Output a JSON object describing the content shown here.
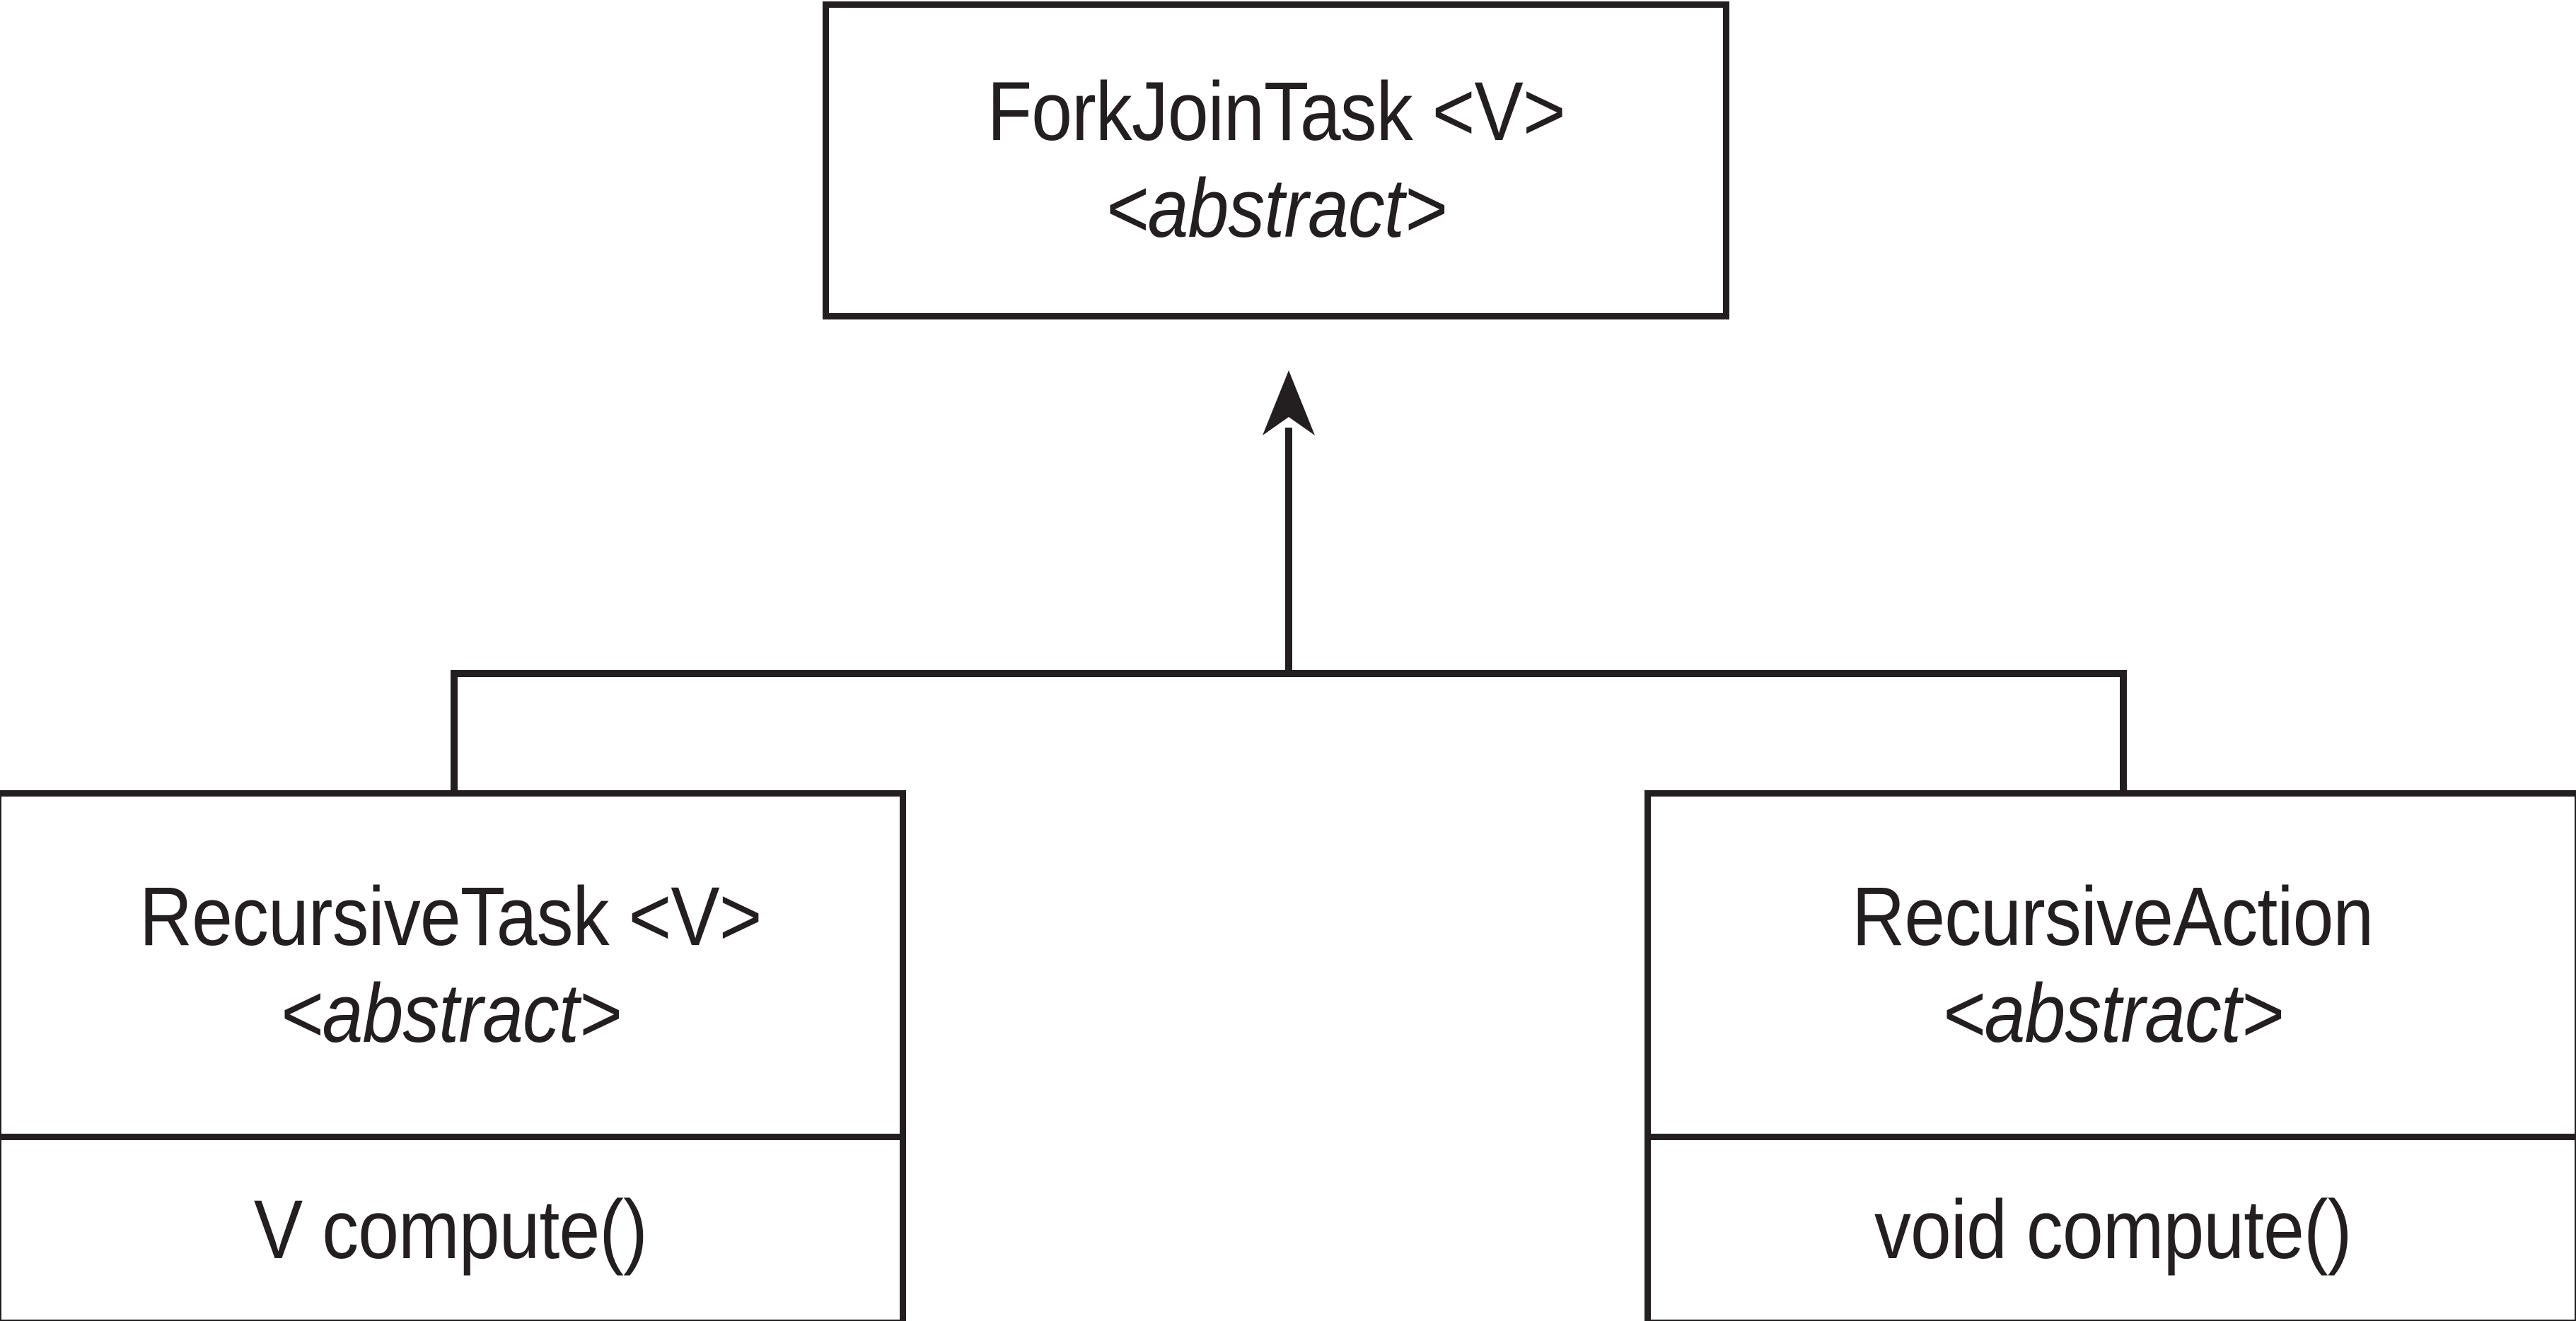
{
  "diagram": {
    "kind": "uml-class-diagram",
    "relationship": "generalization",
    "stroke_color": "#231f20",
    "background_color": "#ffffff",
    "classes": [
      {
        "id": "forkjointask",
        "name": "ForkJoinTask <V>",
        "stereotype": "<abstract>",
        "operations": []
      },
      {
        "id": "recursivetask",
        "name": "RecursiveTask <V>",
        "stereotype": "<abstract>",
        "operations": [
          "V compute()"
        ]
      },
      {
        "id": "recursiveaction",
        "name": "RecursiveAction",
        "stereotype": "<abstract>",
        "operations": [
          "void compute()"
        ]
      }
    ]
  }
}
